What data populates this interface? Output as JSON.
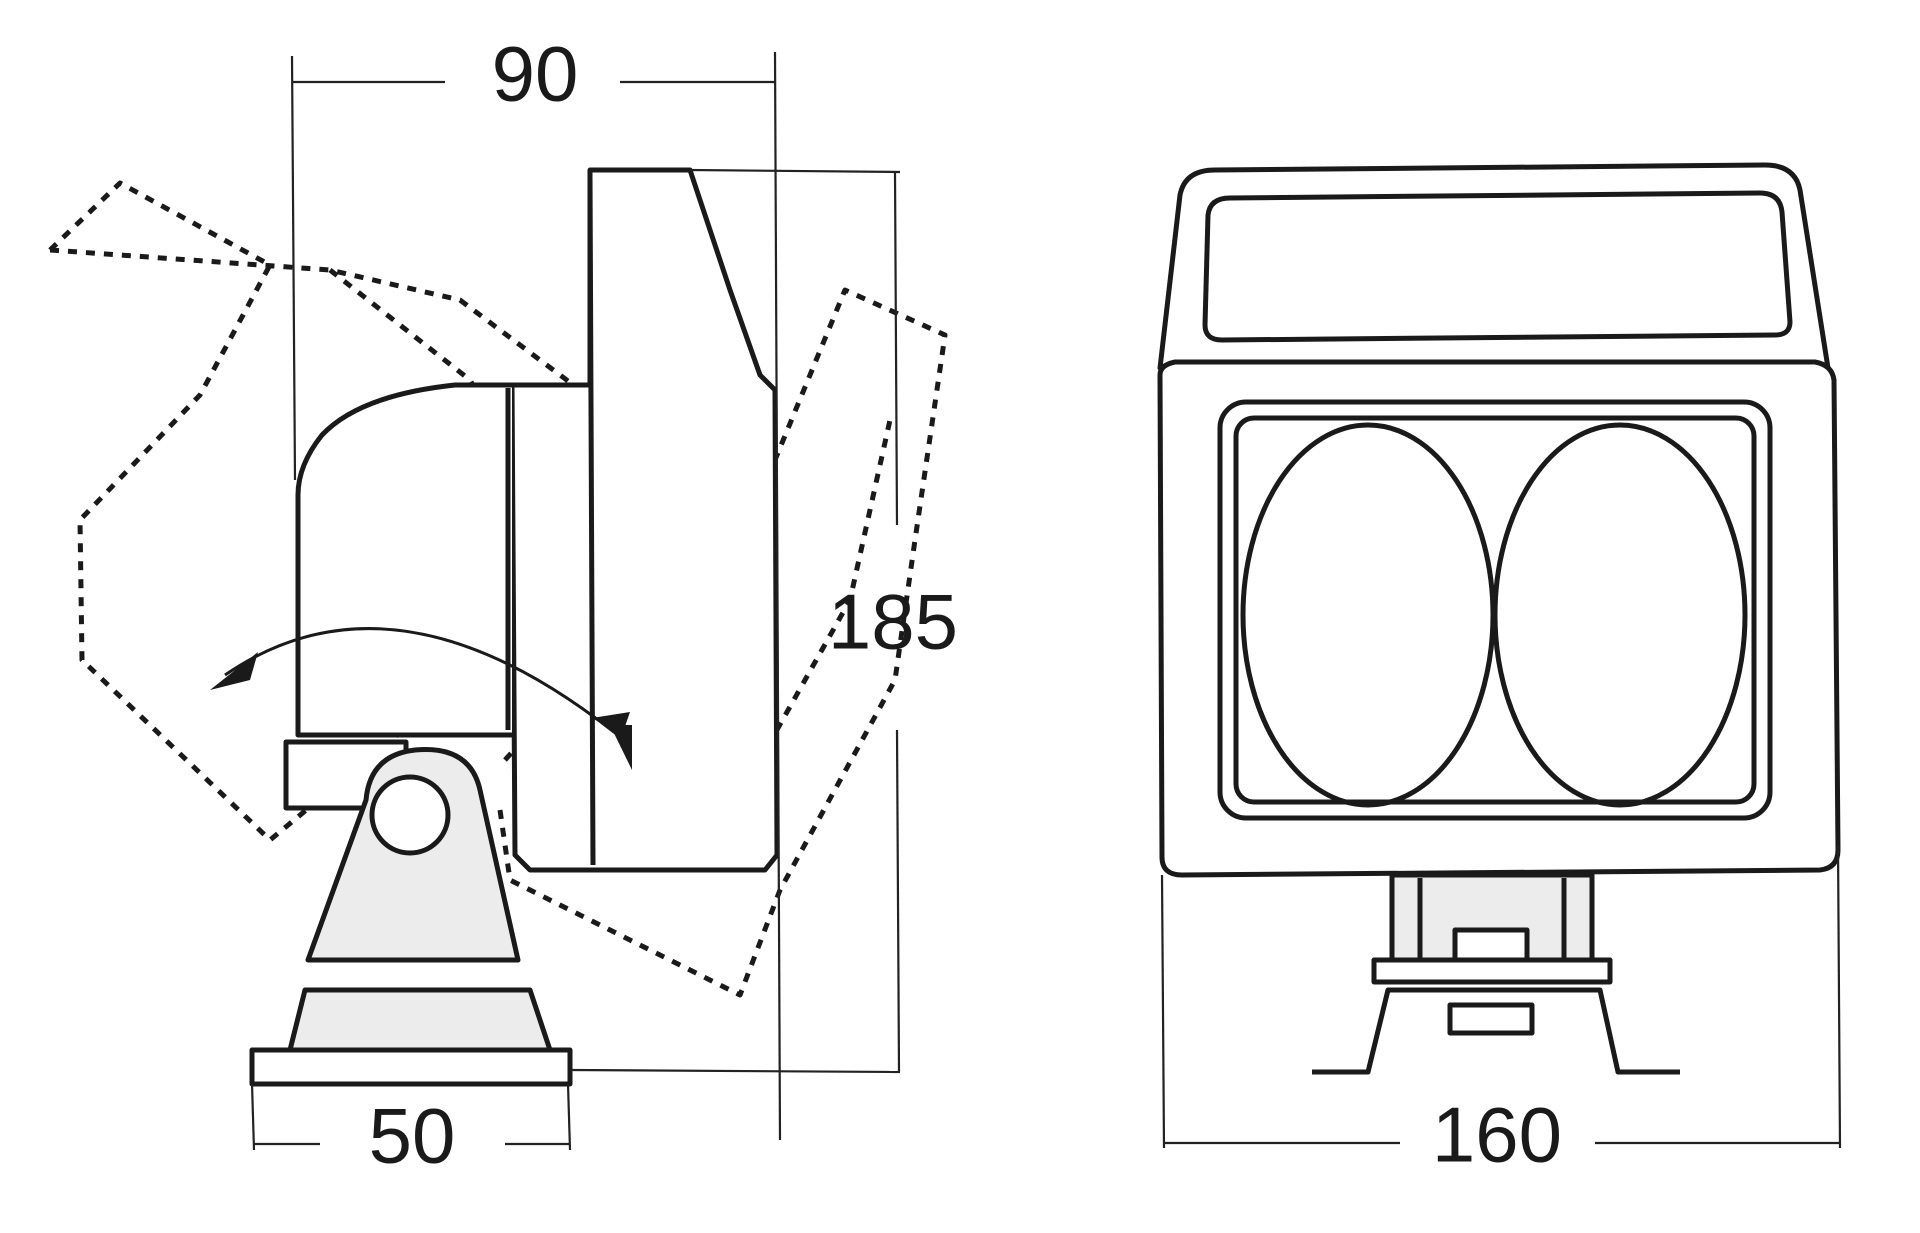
{
  "dimensions": {
    "width_side": "90",
    "height": "185",
    "base_width": "50",
    "width_front": "160"
  }
}
